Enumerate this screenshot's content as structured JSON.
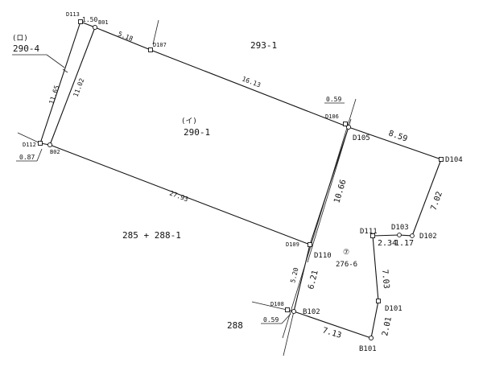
{
  "parcels": {
    "p290_4_mark": "(ロ)",
    "p290_4": "290-4",
    "p293_1": "293-1",
    "p290_1_mark": "(イ)",
    "p290_1": "290-1",
    "p285": "285 + 288-1",
    "p276_mark": "⑦",
    "p276": "276-6",
    "p288": "288"
  },
  "points": {
    "D113": "D113",
    "B01": "B01",
    "D107": "D107",
    "D106": "D106",
    "D105": "D105",
    "D104": "D104",
    "D112": "D112",
    "B02": "B02",
    "D109": "D109",
    "D110": "D110",
    "D111": "D111",
    "D103": "D103",
    "D102": "D102",
    "D108": "D108",
    "B102": "B102",
    "D101": "D101",
    "B101": "B101"
  },
  "dimensions": {
    "d1_50": "1.50",
    "d5_18": "5.18",
    "d16_13": "16.13",
    "d11_65": "11.65",
    "d11_02": "11.02",
    "d0_59_top": "0.59",
    "d8_59": "8.59",
    "d0_87": "0.87",
    "d27_93": "27.93",
    "d10_66": "10.66",
    "d7_02": "7.02",
    "d2_34": "2.34",
    "d1_17": "1.17",
    "d5_20": "5.20",
    "d6_21": "6.21",
    "d7_03": "7.03",
    "d0_59_bot": "0.59",
    "d7_13": "7.13",
    "d2_01": "2.01"
  }
}
